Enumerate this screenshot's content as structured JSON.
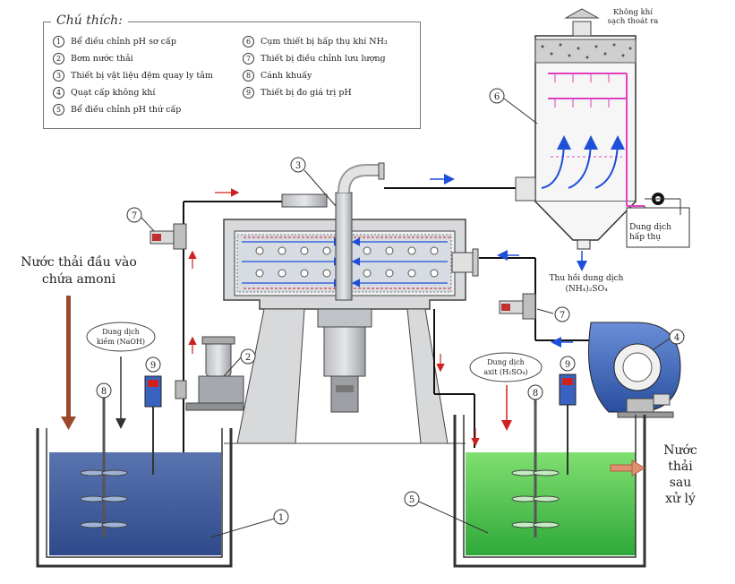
{
  "legend": {
    "title": "Chú thích:",
    "items": [
      {
        "no": "1",
        "text": "Bể điều chỉnh pH sơ cấp"
      },
      {
        "no": "2",
        "text": "Bơm nước thải"
      },
      {
        "no": "3",
        "text": "Thiết bị vật liệu đệm quay ly tâm"
      },
      {
        "no": "4",
        "text": "Quạt cấp không khí"
      },
      {
        "no": "5",
        "text": "Bể điều chỉnh pH thứ cấp"
      },
      {
        "no": "6",
        "text": "Cụm thiết bị hấp thụ khí NH₃"
      },
      {
        "no": "7",
        "text": "Thiết bị điều chỉnh lưu lượng"
      },
      {
        "no": "8",
        "text": "Cánh khuấy"
      },
      {
        "no": "9",
        "text": "Thiết bị đo giá trị pH"
      }
    ]
  },
  "labels": {
    "clean_air_1": "Không khí",
    "clean_air_2": "sạch thoát ra",
    "absorb_1": "Dung dịch",
    "absorb_2": "hấp thụ",
    "recover_1": "Thu hồi dung dịch",
    "recover_2": "(NH₄)₂SO₄",
    "inlet_1": "Nước thải đầu vào",
    "inlet_2": "chứa amoni",
    "alkali_1": "Dung dịch",
    "alkali_2": "kiềm (NaOH)",
    "acid_1": "Dung dịch",
    "acid_2": "axit (H₂SO₄)",
    "outlet_1": "Nước",
    "outlet_2": "thải",
    "outlet_3": "sau",
    "outlet_4": "xử lý"
  },
  "callouts": [
    "1",
    "2",
    "3",
    "4",
    "5",
    "6",
    "7",
    "7",
    "8",
    "8",
    "9",
    "9"
  ],
  "colors": {
    "tank_left": "#3f5e9c",
    "tank_right": "#4fc24a",
    "arrow_blue": "#1d4fd8",
    "arrow_red": "#d02020",
    "spray_magenta": "#e040c0",
    "inlet_arrow": "#9a4a2a",
    "outlet_arrow": "#e09070",
    "equipment": "#8a8f94"
  }
}
